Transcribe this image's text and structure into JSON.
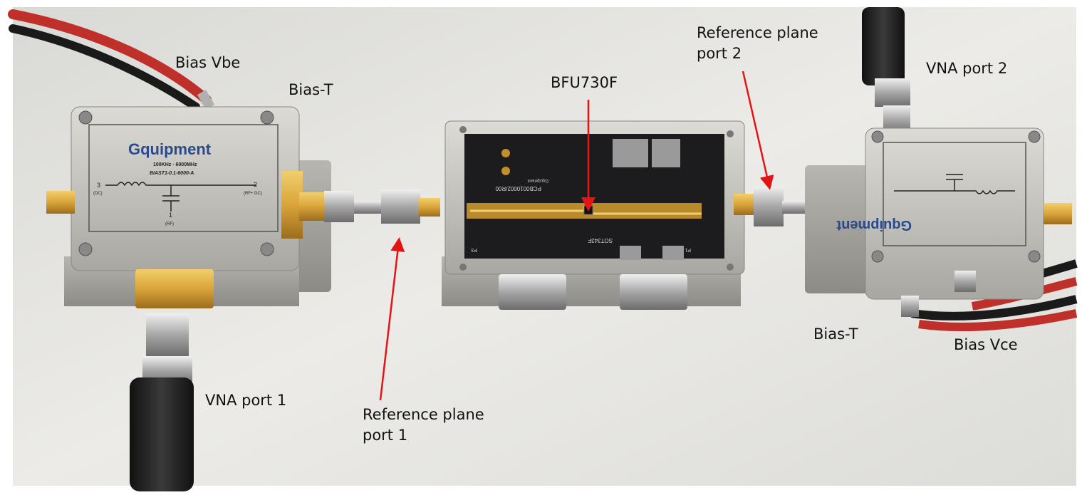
{
  "photo": {
    "colors": {
      "background": "#e9e9e7",
      "metal_housing": "#c9c7c1",
      "gold_connector": "#d9a43a",
      "pcb": "#1c1c1e",
      "cable": "#222222",
      "wire_red": "#c0302a",
      "arrow": "#e51414"
    },
    "bias_tee_left": {
      "brand": "Gquipment",
      "freq": "100KHz - 6000MHz",
      "model": "BIAST1-0.1-6000-A",
      "pin3": "3",
      "pin3_sub": "(DC)",
      "pin2": "2",
      "pin2_sub": "(RF+ DC)",
      "pin1": "1",
      "pin1_sub": "(RF)"
    },
    "pcb": {
      "part_no": "PCB0010002/R00",
      "brand_small": "Gquipment",
      "package": "SOT343F",
      "pad_p1": "P1",
      "pad_p3": "P3"
    }
  },
  "annotations": {
    "bias_vbe": "Bias Vbe",
    "bias_t_left": "Bias-T",
    "bfu730f": "BFU730F",
    "ref_plane_port2_line1": "Reference plane",
    "ref_plane_port2_line2": "port 2",
    "vna_port2": "VNA port 2",
    "vna_port1": "VNA port 1",
    "ref_plane_port1_line1": "Reference plane",
    "ref_plane_port1_line2": "port 1",
    "bias_t_right": "Bias-T",
    "bias_vce": "Bias Vce"
  }
}
